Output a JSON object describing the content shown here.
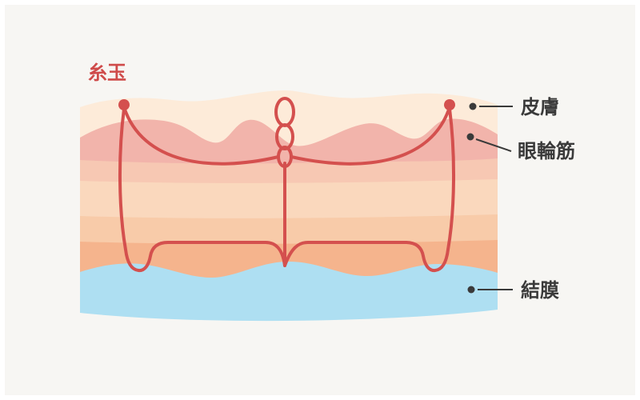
{
  "annotations": {
    "thread_knot": {
      "label": "糸玉"
    },
    "skin": {
      "label": "皮膚"
    },
    "muscle": {
      "label": "眼輪筋"
    },
    "conjunctiva": {
      "label": "結膜"
    }
  },
  "colors": {
    "background": "#f7f6f3",
    "thread": "#d4504e",
    "knot_label_text": "#cf4b4a",
    "label_text": "#3a3a3a",
    "leader_line": "#3a3a3a",
    "layer_skin": "#fdebd9",
    "layer_muscle": "#f2b4ab",
    "layer_submuscle": "#f7c8b3",
    "layer_fat_upper": "#fad8bd",
    "layer_fat_lower": "#f8cba9",
    "layer_deep": "#f5b48d",
    "layer_conjunctiva": "#aedff2"
  }
}
